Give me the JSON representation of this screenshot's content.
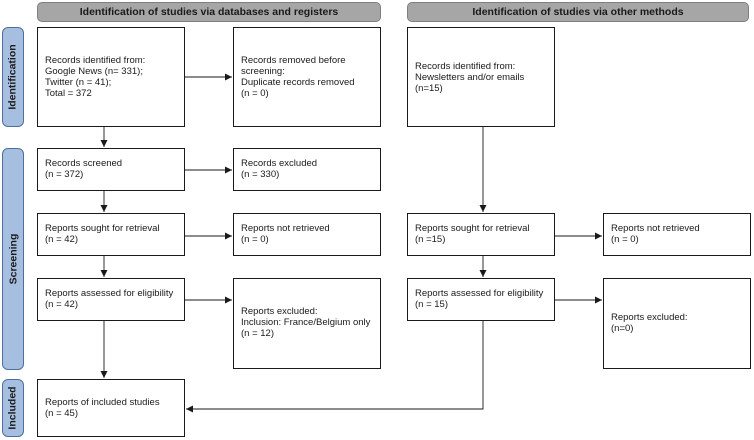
{
  "headers": {
    "databases": "Identification of studies via databases and registers",
    "other": "Identification of studies via other methods"
  },
  "stages": {
    "identification": "Identification",
    "screening": "Screening",
    "included": "Included"
  },
  "db": {
    "identified": [
      "Records identified from:",
      "Google News (n= 331);",
      "Twitter (n = 41);",
      "Total = 372"
    ],
    "removed": [
      "Records removed before",
      "screening:",
      "Duplicate records removed",
      "(n = 0)"
    ],
    "screened": [
      "Records screened",
      "(n = 372)"
    ],
    "excluded": [
      "Records excluded",
      "(n = 330)"
    ],
    "sought": [
      "Reports sought for retrieval",
      "(n = 42)"
    ],
    "not_retrieved": [
      "Reports not retrieved",
      "(n = 0)"
    ],
    "assessed": [
      "Reports assessed for eligibility",
      "(n = 42)"
    ],
    "reports_excluded": [
      "Reports excluded:",
      "Inclusion: France/Belgium only",
      "(n = 12)"
    ],
    "included": [
      "Reports of included studies",
      "(n = 45)"
    ]
  },
  "other": {
    "identified": [
      "Records identified from:",
      "Newsletters and/or emails",
      "(n=15)"
    ],
    "sought": [
      "Reports sought for retrieval",
      "(n =15)"
    ],
    "not_retrieved": [
      "Reports not retrieved",
      "(n = 0)"
    ],
    "assessed": [
      "Reports assessed for eligibility",
      "(n = 15)"
    ],
    "reports_excluded": [
      "Reports excluded:",
      "(n=0)"
    ]
  }
}
